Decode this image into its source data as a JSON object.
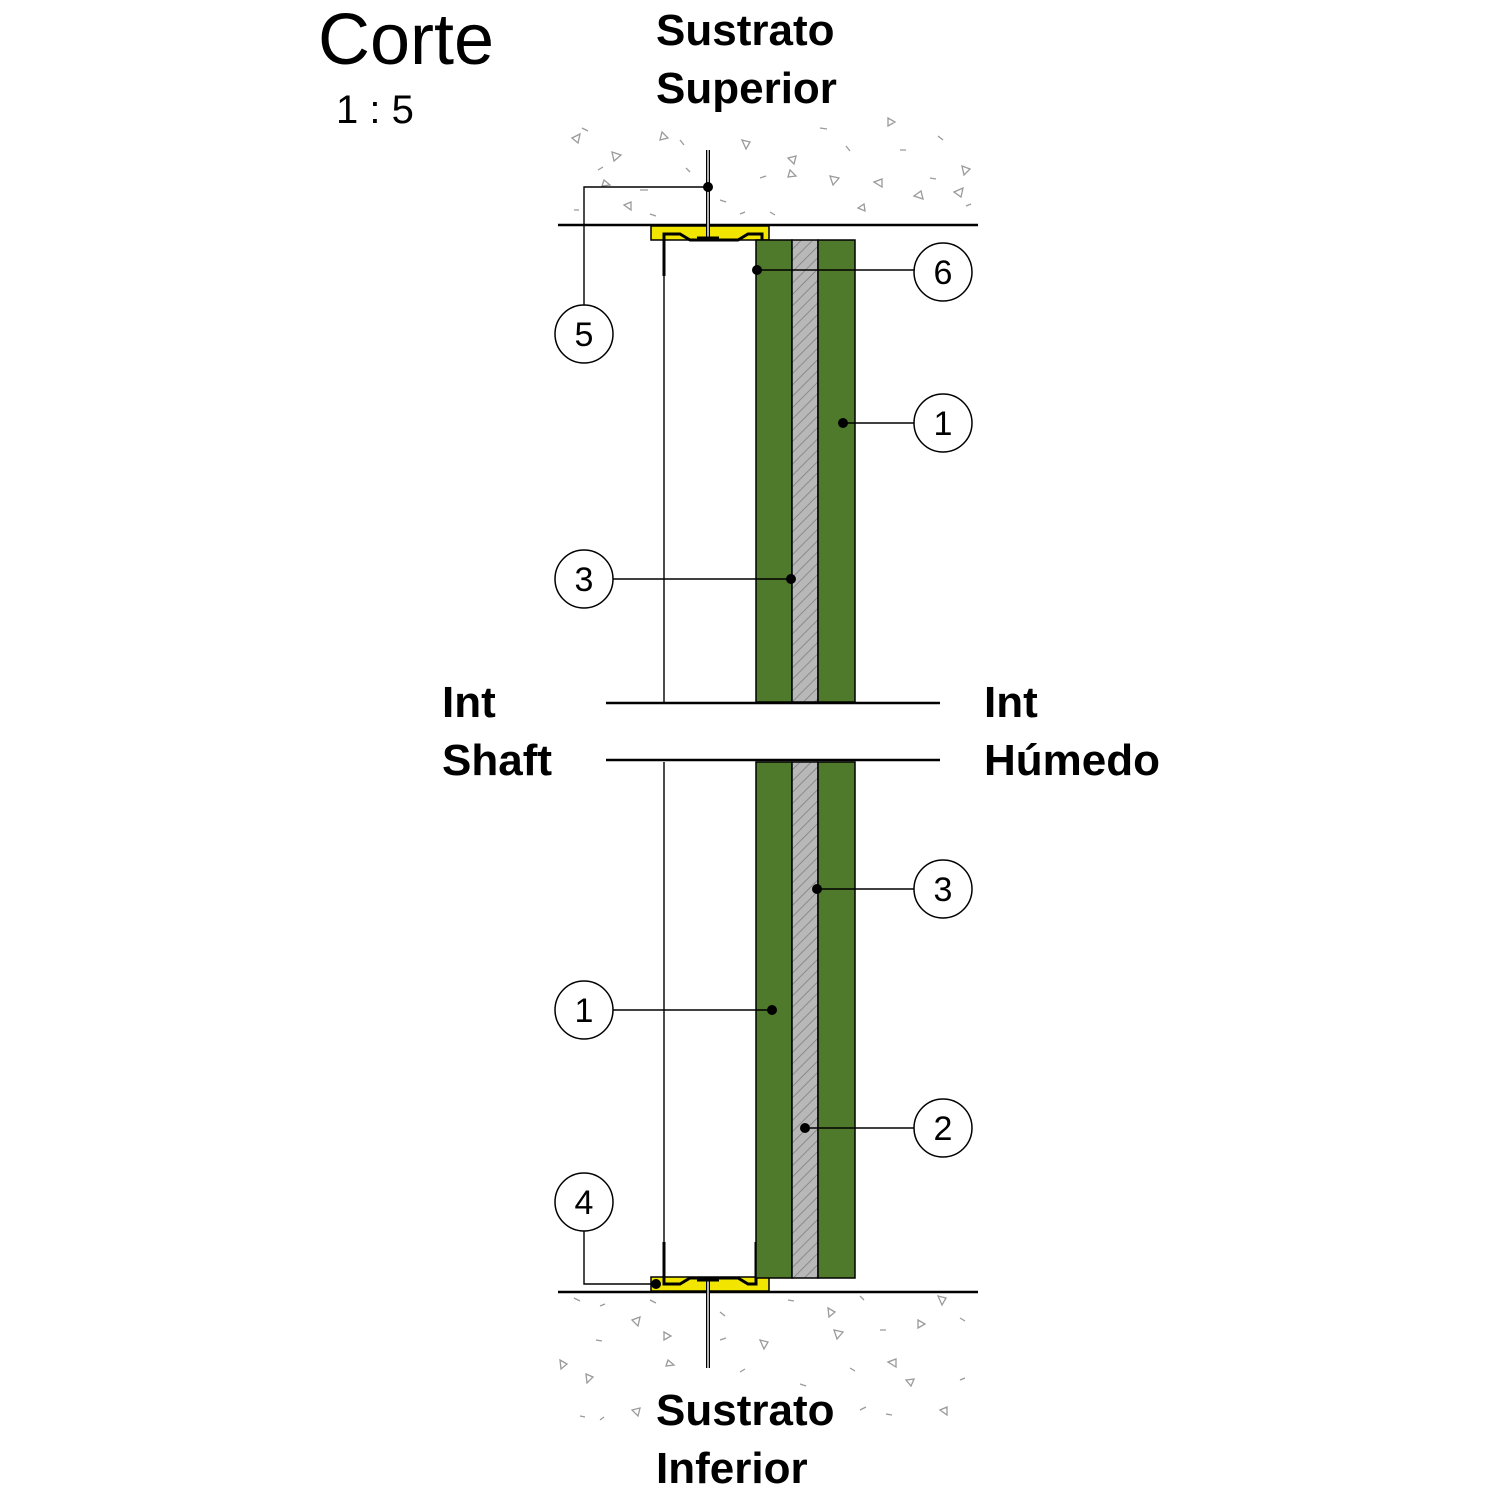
{
  "title": "Corte",
  "scale": "1 : 5",
  "labels": {
    "top_substrate": [
      "Sustrato",
      "Superior"
    ],
    "bottom_substrate": [
      "Sustrato",
      "Inferior"
    ],
    "left_side": [
      "Int",
      "Shaft"
    ],
    "right_side": [
      "Int",
      "Húmedo"
    ]
  },
  "callouts": [
    "5",
    "6",
    "1",
    "3",
    "3",
    "1",
    "2",
    "4"
  ],
  "colors": {
    "board_green": "#4f7a2b",
    "steel_grey": "#b0b0b0",
    "track_yellow": "#f2e600",
    "line": "#000000"
  }
}
